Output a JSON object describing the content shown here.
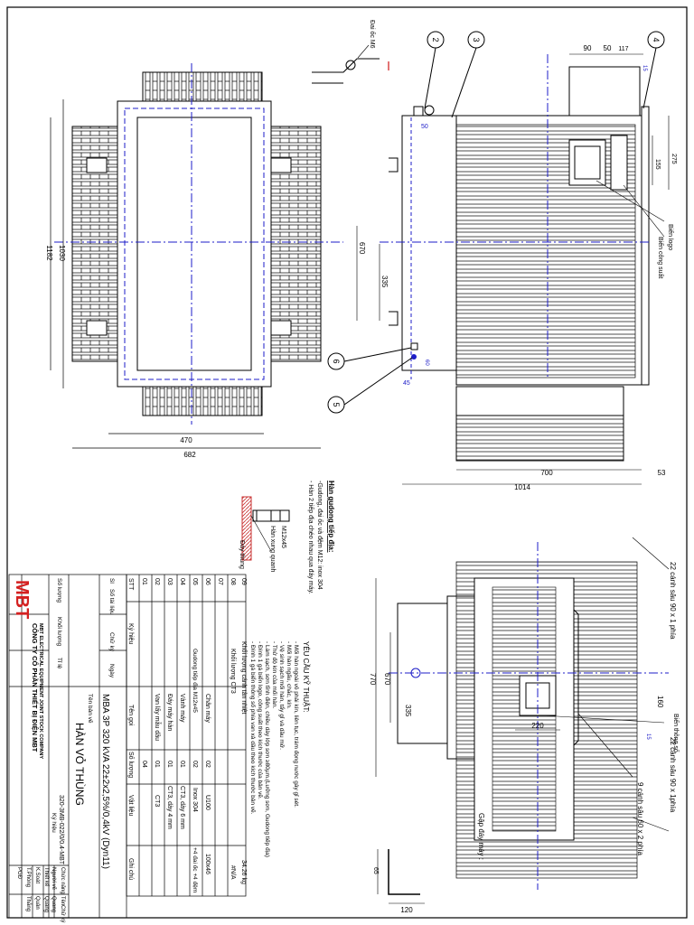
{
  "drawing": {
    "dims": {
      "d1182": "1182",
      "d1030": "1030",
      "d470": "470",
      "d682": "682",
      "d90": "90",
      "d50": "50",
      "d117": "117",
      "d15": "15",
      "d275": "275",
      "d155": "155",
      "d670": "670",
      "d335": "335",
      "d50b": "50",
      "d60": "60",
      "d45": "45",
      "d700": "700",
      "d53": "53",
      "d1014": "1014",
      "d770": "770",
      "d670b": "670",
      "d335b": "335",
      "d160": "160",
      "d220": "220",
      "d15b": "15",
      "d120": "120",
      "d65": "65"
    },
    "balloons": [
      "2",
      "3",
      "4",
      "6",
      "5"
    ],
    "notes": {
      "dai_oc": "Đai ốc M6",
      "bien_logo": "Biển logo",
      "bien_cong_suat": "Biển công suất",
      "bien_thong_so": "Biển thông số",
      "fin_top": "22 cánh sâu 90 x 1 phía",
      "fin_bottom": "22 cánh sâu 90 x 1phía",
      "fin_center": "9 cánh sâu 60 x 2 phía",
      "gap_day_may": "Gập đáy máy :",
      "m12": "M12x45",
      "han_xung_quanh": "Hàn xung quanh",
      "day_thung": "Đáy thùng"
    },
    "han_guong": {
      "title": "Hàn gudong tiếp địa:",
      "lines": [
        "-Gudong, đai ốc và đệm M12: inox 304",
        "- Hàn 2 tiếp địa chéo nhau qua đáy máy."
      ]
    },
    "yeu_cau": {
      "title": "YÊU CẦU KỸ THUẬT:",
      "lines": [
        "- Mối hàn ngoài vỏ phải kín, liên tục, trám đọng nước gây gỉ sét.",
        "- Mối hàn ngấu, chắc, kín.",
        "- Vệ sinh sạch mối hàn, tẩy gỉ và dầu mỡ.",
        "- Thử độ kín của mối hàn.",
        "- Làm sạch, sơn tĩnh điện, chiều dày lớp sơn ≥80µm.(Lưỡng sơn, Gudong tiếp địa)",
        "- Đính 1 gá biển logo, công suất theo kích thước của bản vẽ.",
        "- Đính 1 gá biển thông số phía van xả dầu theo kích thước bản vẽ."
      ]
    }
  },
  "bom": {
    "rows": [
      {
        "stt": "09",
        "name": "Khối lượng cánh tản nhiệt",
        "qty": "",
        "material": "",
        "note": "34.26 kg"
      },
      {
        "stt": "08",
        "name": "Khối lượng CT3",
        "qty": "",
        "material": "",
        "note": "#N/A"
      },
      {
        "stt": "07",
        "name": "",
        "qty": "",
        "material": "",
        "note": ""
      },
      {
        "stt": "06",
        "name": "Chân máy",
        "qty": "02",
        "material": "U100",
        "note": "100x46"
      },
      {
        "stt": "05",
        "name": "Gudong tiếp địa M12x45",
        "qty": "02",
        "material": "Inox 304",
        "note": "+4 đai ốc +4 đệm"
      },
      {
        "stt": "04",
        "name": "Vành máy",
        "qty": "01",
        "material": "CT3, dày 6 mm",
        "note": ""
      },
      {
        "stt": "03",
        "name": "Đáy máy hàn",
        "qty": "01",
        "material": "CT3, dày 4 mm",
        "note": ""
      },
      {
        "stt": "02",
        "name": "Van lấy mẫu dầu",
        "qty": "01",
        "material": "CT3",
        "note": ""
      },
      {
        "stt": "01",
        "name": "",
        "qty": "04",
        "material": "",
        "note": ""
      }
    ],
    "header": {
      "stt": "STT",
      "ky_hieu": "Ký hiệu",
      "ten_goi": "Tên gọi",
      "so_luong": "Số lượng",
      "vat_lieu": "Vật liệu",
      "ghi_chu": "Ghi chú"
    }
  },
  "title_block": {
    "sl": "Sl",
    "so_tai_lieu": "Số tài liệu",
    "chu_ky": "Chữ ký",
    "ngay": "Ngày",
    "so_luong": "Số lượng",
    "khoi_luong": "Khối lượng",
    "ty_le": "Tỉ lệ",
    "product": "MBA 3P 320 kVA 22±2x2,5%/0,4kV (Dyn11)",
    "ten_ban_ve": "Tên bản vẽ",
    "drawing_title": "HÀN VỎ THÙNG",
    "ky_hieu_label": "Ký hiệu",
    "ky_hieu": "320-3MB-022/0/0.4-MBT",
    "company": "CÔNG TY CỔ PHẦN THIẾT BỊ ĐIỆN MBT",
    "company_en": "MBT ELECTRICAL EQUIPMENT JOINT STOCK COMPANY",
    "logo": "MBT",
    "roles": [
      {
        "role": "Người vẽ",
        "name": "Quang"
      },
      {
        "role": "Thiết kế",
        "name": "Quang"
      },
      {
        "role": "K.Soát",
        "name": "Quân"
      },
      {
        "role": "T.Phòng",
        "name": "Thắng"
      },
      {
        "role": "PGĐ",
        "name": ""
      }
    ],
    "col_heads": {
      "chuc_nang": "Chức năng",
      "ten": "Tên",
      "chu_ky": "Chữ ký",
      "ngay": "Ngày"
    }
  },
  "colors": {
    "line": "#000000",
    "center": "#1c1cc8",
    "cut": "#d01818",
    "logo": "#d42020",
    "hatch": "#c83232"
  }
}
